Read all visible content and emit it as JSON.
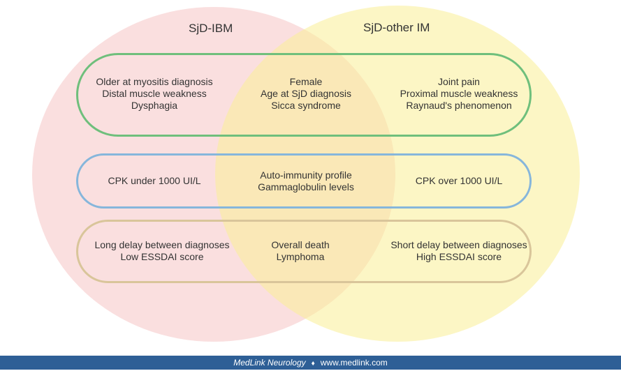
{
  "sets": {
    "left_title": "SjD-IBM",
    "right_title": "SjD-other IM"
  },
  "rows": [
    {
      "left": [
        "Older at myositis diagnosis",
        "Distal muscle weakness",
        "Dysphagia"
      ],
      "center": [
        "Female",
        "Age at SjD diagnosis",
        "Sicca syndrome"
      ],
      "right": [
        "Joint pain",
        "Proximal muscle weakness",
        "Raynaud's phenomenon"
      ]
    },
    {
      "left": [
        "CPK under 1000 UI/L"
      ],
      "center": [
        "Auto-immunity profile",
        "Gammaglobulin levels"
      ],
      "right": [
        "CPK over 1000 UI/L"
      ]
    },
    {
      "left": [
        "Long delay between diagnoses",
        "Low ESSDAI score"
      ],
      "center": [
        "Overall death",
        "Lymphoma"
      ],
      "right": [
        "Short delay between diagnoses",
        "High ESSDAI score"
      ]
    }
  ],
  "colors": {
    "left_circle": "#f5c4c4",
    "right_circle": "#faee96",
    "band_1": "#6fbf7c",
    "band_2": "#86b6db",
    "band_3": "#d9c59a",
    "footer_bg": "#2e5f96"
  },
  "footer": {
    "brand": "MedLink Neurology",
    "separator": "♦",
    "url": "www.medlink.com"
  }
}
